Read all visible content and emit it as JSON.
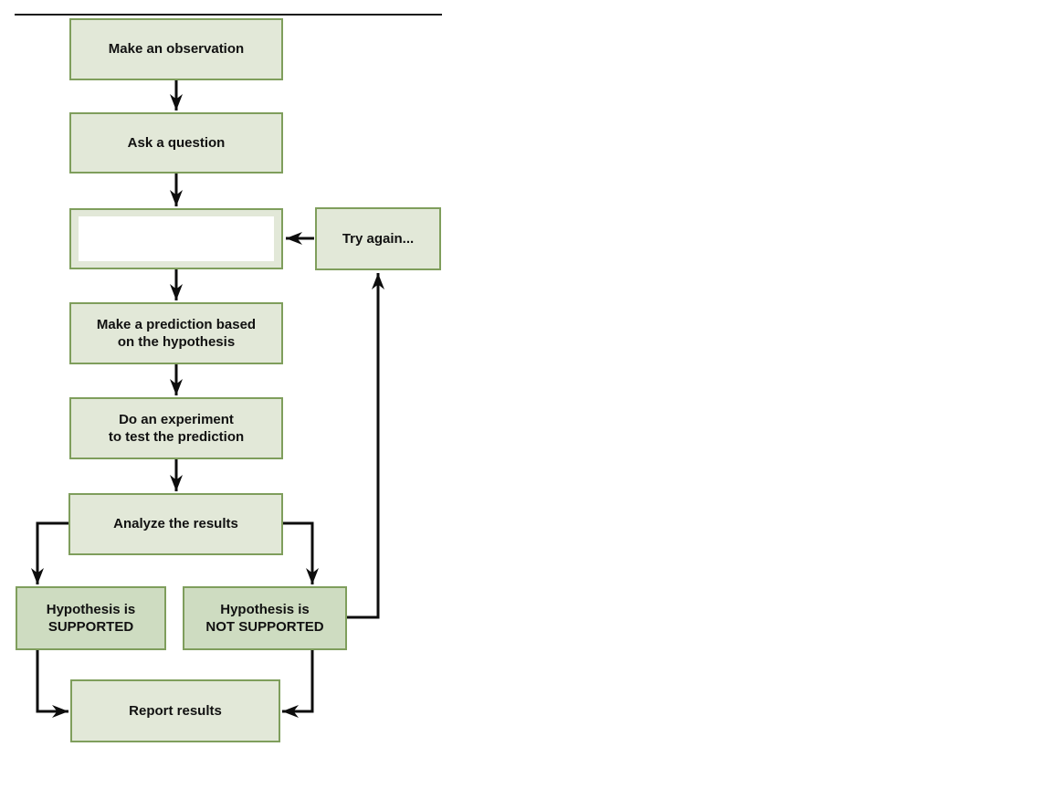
{
  "diagram": {
    "type": "flowchart",
    "topic": "Scientific method flowchart",
    "nodes": {
      "observation": {
        "label": "Make an observation"
      },
      "question": {
        "label": "Ask a question"
      },
      "blank": {
        "label": ""
      },
      "try_again": {
        "label": "Try again..."
      },
      "prediction": {
        "label": "Make a prediction based\non the hypothesis"
      },
      "experiment": {
        "label": "Do an experiment\nto test the prediction"
      },
      "analyze": {
        "label": "Analyze the results"
      },
      "supported": {
        "label": "Hypothesis is\nSUPPORTED"
      },
      "not_supported": {
        "label": "Hypothesis is\nNOT SUPPORTED"
      },
      "report": {
        "label": "Report results"
      }
    },
    "connections": [
      {
        "from": "observation",
        "to": "question"
      },
      {
        "from": "question",
        "to": "blank"
      },
      {
        "from": "try_again",
        "to": "blank"
      },
      {
        "from": "blank",
        "to": "prediction"
      },
      {
        "from": "prediction",
        "to": "experiment"
      },
      {
        "from": "experiment",
        "to": "analyze"
      },
      {
        "from": "analyze",
        "to": "supported"
      },
      {
        "from": "analyze",
        "to": "not_supported"
      },
      {
        "from": "not_supported",
        "to": "try_again"
      },
      {
        "from": "supported",
        "to": "report"
      },
      {
        "from": "not_supported",
        "to": "report"
      }
    ],
    "colors": {
      "box_fill": "#e2e8d8",
      "box_border": "#7f9e5c",
      "outcome_fill": "#cedcc1",
      "blank_fill": "#ffffff",
      "arrow": "#0d0d0d",
      "background": "#ffffff"
    }
  }
}
